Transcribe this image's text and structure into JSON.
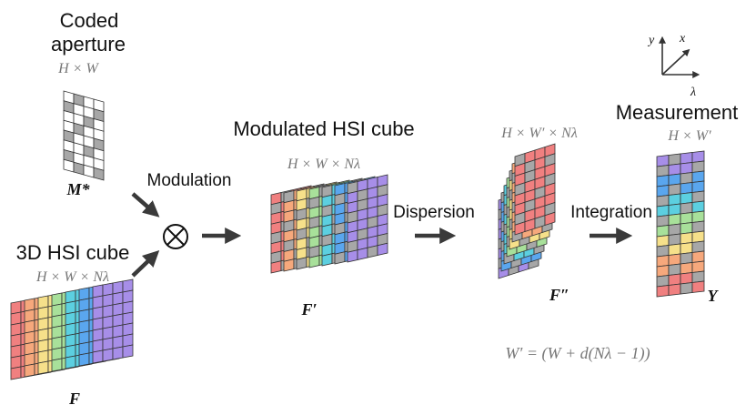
{
  "labels": {
    "coded_aperture_line1": "Coded",
    "coded_aperture_line2": "aperture",
    "hsi_cube": "3D HSI cube",
    "modulated_cube": "Modulated HSI cube",
    "measurement": "Measurement",
    "modulation": "Modulation",
    "dispersion": "Dispersion",
    "integration": "Integration"
  },
  "math": {
    "aperture_dim": "H × W",
    "hsi_dim": "H × W × Nλ",
    "modulated_dim": "H × W × Nλ",
    "dispersed_dim": "H × W′ × Nλ",
    "measurement_dim": "H × W′",
    "width_formula": "W′ = (W + d(Nλ − 1))"
  },
  "symbols": {
    "mask": "M*",
    "hsi": "F",
    "modulated": "F′",
    "dispersed": "F″",
    "measurement": "Y"
  },
  "axes": {
    "y": "y",
    "x": "x",
    "lambda": "λ"
  },
  "operator": "⊗",
  "colors": {
    "spectral": [
      "#f08080",
      "#f6a87c",
      "#f6e08a",
      "#a8e09a",
      "#5ccfe0",
      "#5aa6ee",
      "#a78ee8"
    ],
    "mask_fill": "#a7a7a7",
    "arrow": "#3a3a3a"
  }
}
